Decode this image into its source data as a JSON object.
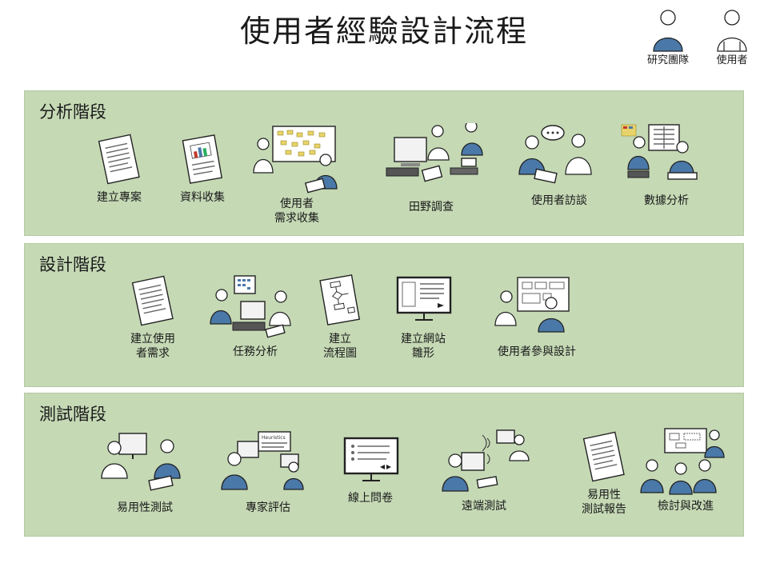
{
  "title": "使用者經驗設計流程",
  "legend": [
    {
      "label": "研究團隊",
      "icon": "research-team-person-icon"
    },
    {
      "label": "使用者",
      "icon": "user-person-icon"
    }
  ],
  "phases": [
    {
      "title": "分析階段",
      "steps": [
        {
          "label": "建立專案",
          "icon": "document-icon"
        },
        {
          "label": "資料收集",
          "icon": "report-chart-icon"
        },
        {
          "label": "使用者\n需求收集",
          "icon": "sticky-board-icon"
        },
        {
          "label": "田野調查",
          "icon": "field-study-icon"
        },
        {
          "label": "使用者訪談",
          "icon": "interview-icon"
        },
        {
          "label": "數據分析",
          "icon": "data-analysis-icon"
        }
      ]
    },
    {
      "title": "設計階段",
      "steps": [
        {
          "label": "建立使用\n者需求",
          "icon": "document-icon"
        },
        {
          "label": "任務分析",
          "icon": "task-analysis-icon"
        },
        {
          "label": "建立\n流程圖",
          "icon": "flowchart-icon"
        },
        {
          "label": "建立網站\n雛形",
          "icon": "wireframe-monitor-icon"
        },
        {
          "label": "使用者參與設計",
          "icon": "participatory-design-icon"
        }
      ]
    },
    {
      "title": "測試階段",
      "steps": [
        {
          "label": "易用性測試",
          "icon": "usability-test-icon"
        },
        {
          "label": "專家評估",
          "icon": "expert-review-icon",
          "board_text": "Heuristics"
        },
        {
          "label": "線上問卷",
          "icon": "survey-monitor-icon"
        },
        {
          "label": "遠端測試",
          "icon": "remote-test-icon"
        },
        {
          "label": "易用性\n測試報告",
          "icon": "document-icon"
        },
        {
          "label": "檢討與改進",
          "icon": "review-meeting-icon"
        }
      ]
    }
  ],
  "colors": {
    "panel": "#c5d9b5",
    "blue_figure": "#4a78a8",
    "sticky": "#e8d36a"
  }
}
